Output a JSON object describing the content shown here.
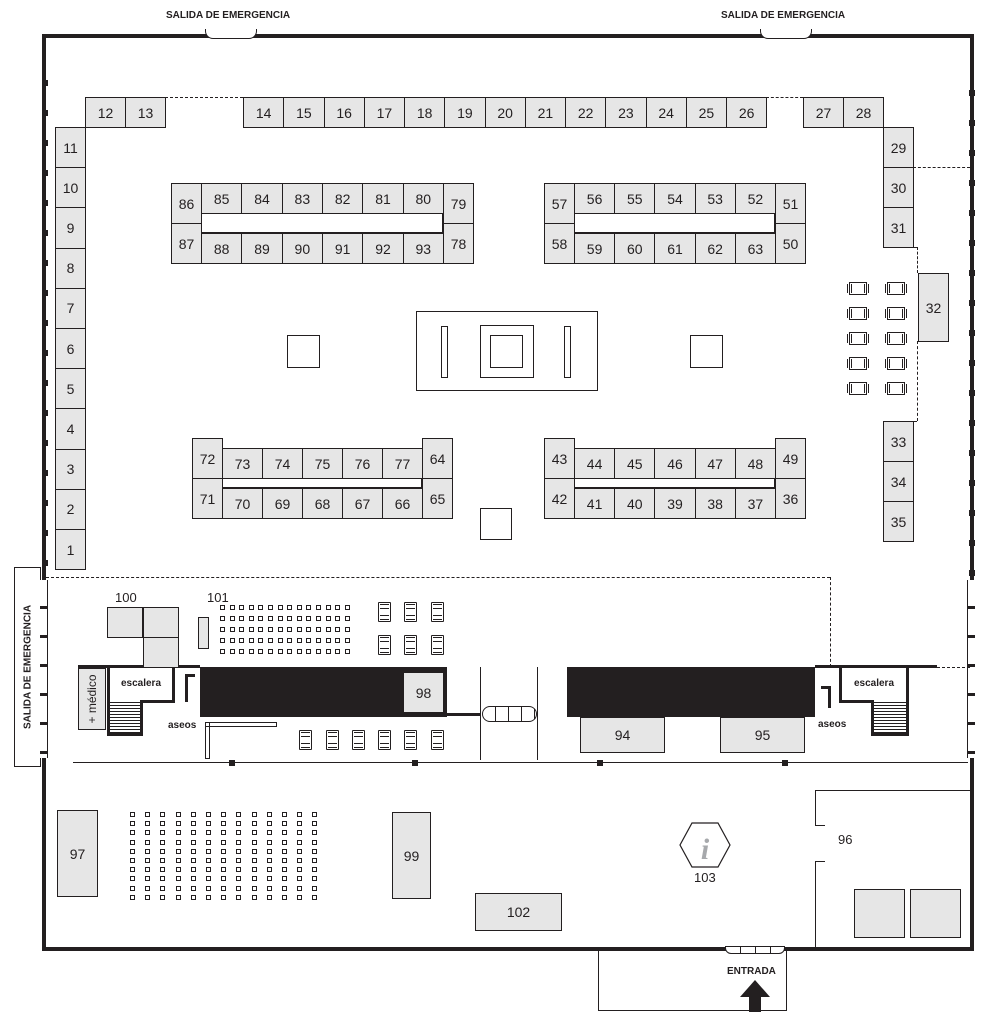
{
  "labels": {
    "emergency_exit_top_left": "SALIDA DE EMERGENCIA",
    "emergency_exit_top_right": "SALIDA DE EMERGENCIA",
    "emergency_exit_left": "SALIDA DE EMERGENCIA",
    "entrance": "ENTRADA",
    "stairs_left": "escalera",
    "stairs_right": "escalera",
    "toilets_left": "aseos",
    "toilets_right": "aseos",
    "medical": "médico",
    "medical_symbol": "+",
    "info_symbol": "i"
  },
  "booths": [
    "1",
    "2",
    "3",
    "4",
    "5",
    "6",
    "7",
    "8",
    "9",
    "10",
    "11",
    "12",
    "13",
    "14",
    "15",
    "16",
    "17",
    "18",
    "19",
    "20",
    "21",
    "22",
    "23",
    "24",
    "25",
    "26",
    "27",
    "28",
    "29",
    "30",
    "31",
    "32",
    "33",
    "34",
    "35",
    "36",
    "37",
    "38",
    "39",
    "40",
    "41",
    "42",
    "43",
    "44",
    "45",
    "46",
    "47",
    "48",
    "49",
    "50",
    "51",
    "52",
    "53",
    "54",
    "55",
    "56",
    "57",
    "58",
    "59",
    "60",
    "61",
    "62",
    "63",
    "64",
    "65",
    "66",
    "67",
    "68",
    "69",
    "70",
    "71",
    "72",
    "73",
    "74",
    "75",
    "76",
    "77",
    "78",
    "79",
    "80",
    "81",
    "82",
    "83",
    "84",
    "85",
    "86",
    "87",
    "88",
    "89",
    "90",
    "91",
    "92",
    "93",
    "94",
    "95",
    "96",
    "97",
    "98",
    "99",
    "100",
    "101",
    "102",
    "103"
  ],
  "colors": {
    "booth_fill": "#e6e6e6",
    "ink": "#231f20",
    "info_icon": "#a7a9ac"
  }
}
